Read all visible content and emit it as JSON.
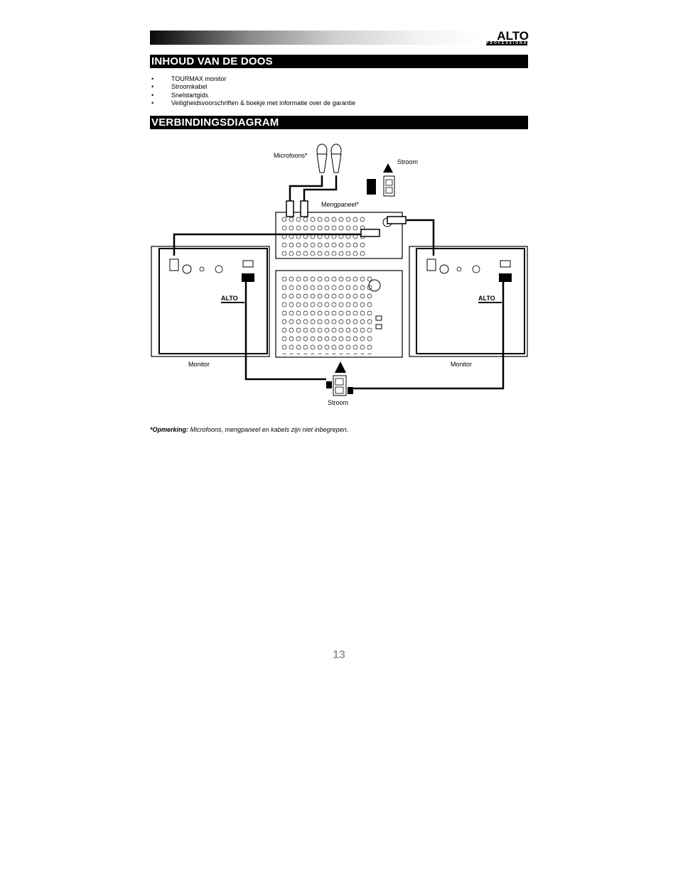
{
  "header": {
    "logo_main": "ALTO",
    "logo_sub": "PROFESSIONAL"
  },
  "sections": {
    "contents_title": "INHOUD VAN DE DOOS",
    "diagram_title": "VERBINDINGSDIAGRAM"
  },
  "contents_items": [
    "TOURMAX monitor",
    "Stroomkabel",
    "Snelstartgids",
    "Veiligheidsvoorschriften & boekje met informatie over de garantie"
  ],
  "bullet_char": "•",
  "diagram": {
    "microphones_label": "Microfoons*",
    "power_top_label": "Stroom",
    "mixer_label": "Mengpaneel*",
    "monitor_left_label": "Monitor",
    "monitor_right_label": "Monitor",
    "power_bottom_label": "Stroom",
    "monitor_logo": "ALTO"
  },
  "note": {
    "prefix": "*Opmerking:",
    "text": " Microfoons, mengpaneel en kabels zijn niet inbegrepen."
  },
  "page_number": "13"
}
